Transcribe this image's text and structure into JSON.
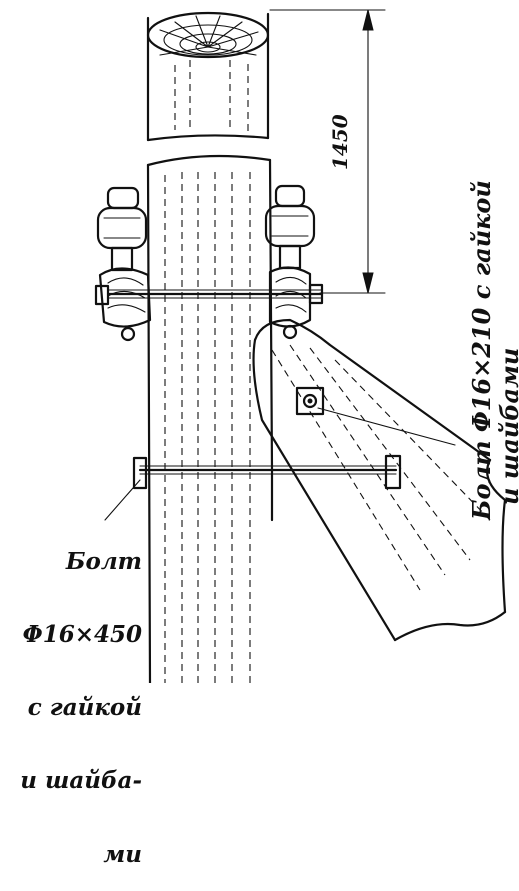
{
  "dimension": {
    "label": "1450"
  },
  "callouts": {
    "bolt_short_line1": "Болт Φ16×210 с гайкой",
    "bolt_short_line2": "и шайбами",
    "bolt_long_line1": "Болт",
    "bolt_long_line2": "Φ16×450",
    "bolt_long_line3": "с гайкой",
    "bolt_long_line4": "и шайба-",
    "bolt_long_line5": "ми"
  }
}
